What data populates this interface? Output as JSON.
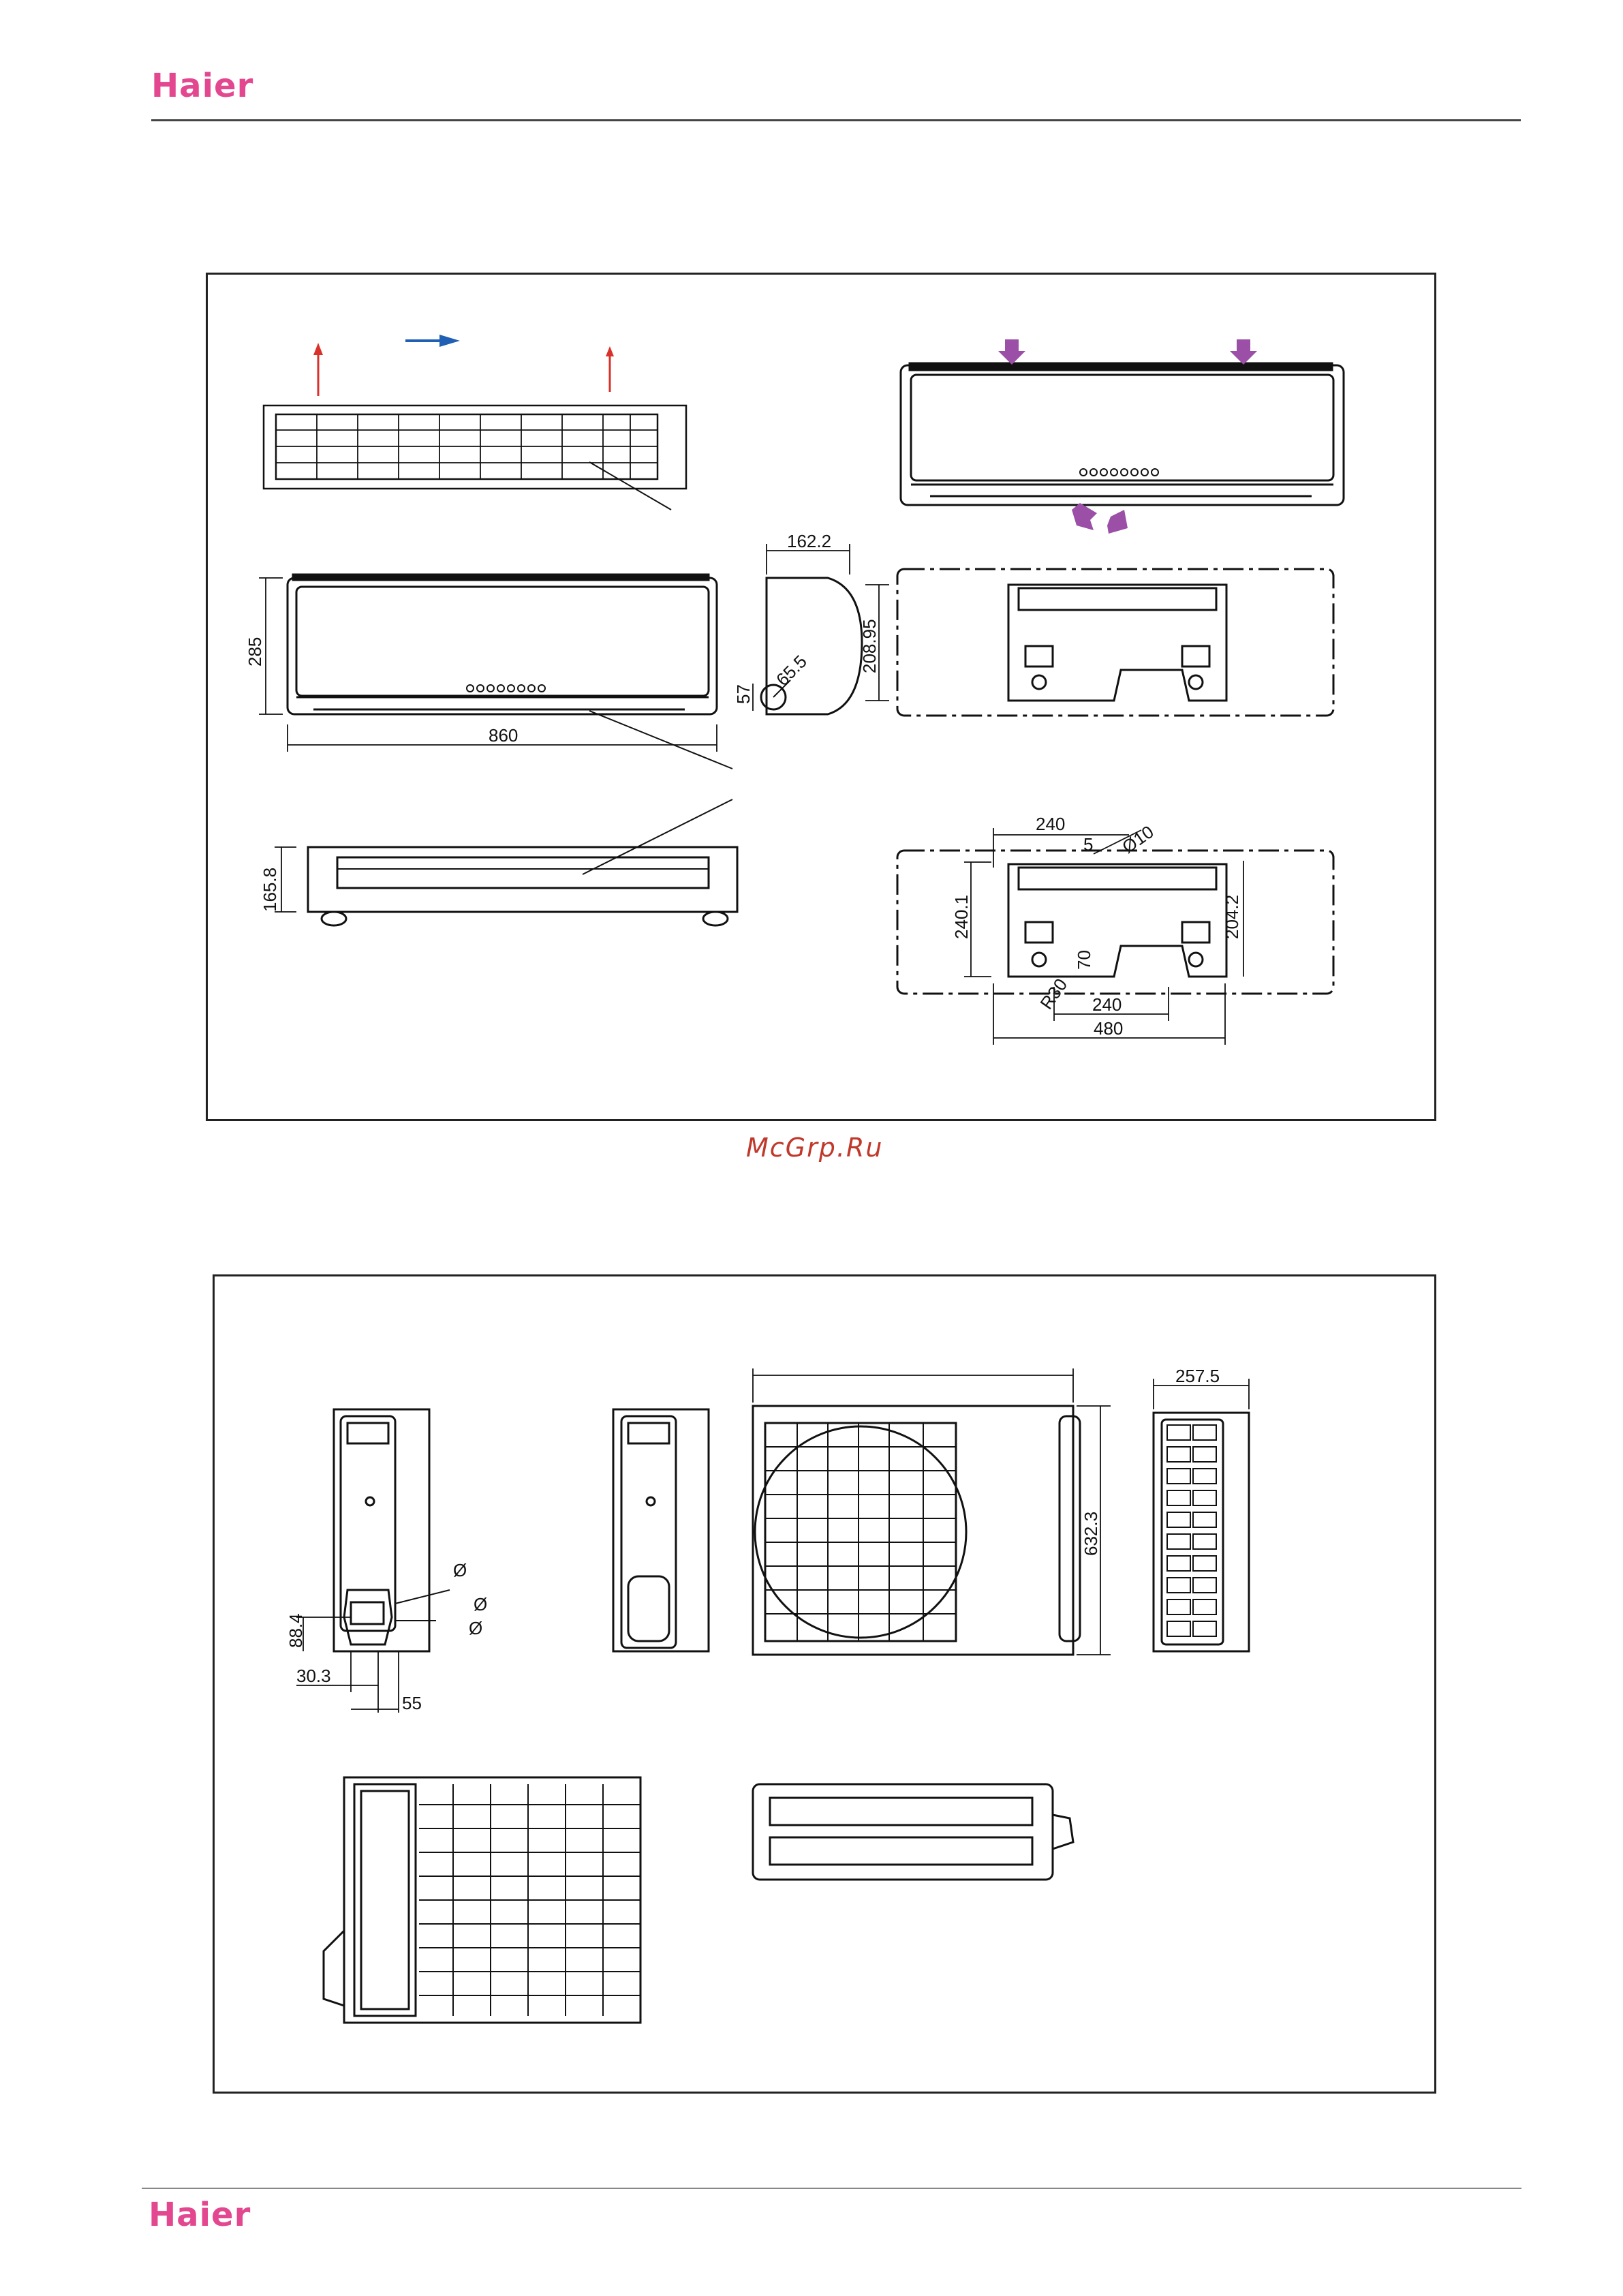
{
  "header": {
    "logo": "Haier"
  },
  "footer": {
    "logo": "Haier"
  },
  "watermark": "McGrp.Ru",
  "indoor": {
    "dims": {
      "width": "860",
      "height": "285",
      "depth": "162.2",
      "side_height": "208.95",
      "pipe_offset": "57",
      "pipe_dia": "65.5",
      "bottom_height": "165.8",
      "mount_240_top": "240",
      "mount_5": "5",
      "mount_dia10": "Ø10",
      "mount_240_left": "240.1",
      "mount_204": "204.2",
      "mount_70": "70",
      "mount_r30": "R30",
      "mount_240_bottom": "240",
      "mount_480": "480"
    }
  },
  "outdoor": {
    "dims": {
      "depth": "257.5",
      "height": "632.3",
      "side_884": "88.4",
      "side_303": "30.3",
      "side_55": "55",
      "phi1": "Ø",
      "phi2": "Ø",
      "phi3": "Ø"
    }
  },
  "colors": {
    "brand": "#e2478f",
    "arrow_red": "#d9322b",
    "arrow_blue": "#1f5fb4",
    "arrow_purple": "#9b4fa6",
    "watermark": "#c0392b"
  }
}
